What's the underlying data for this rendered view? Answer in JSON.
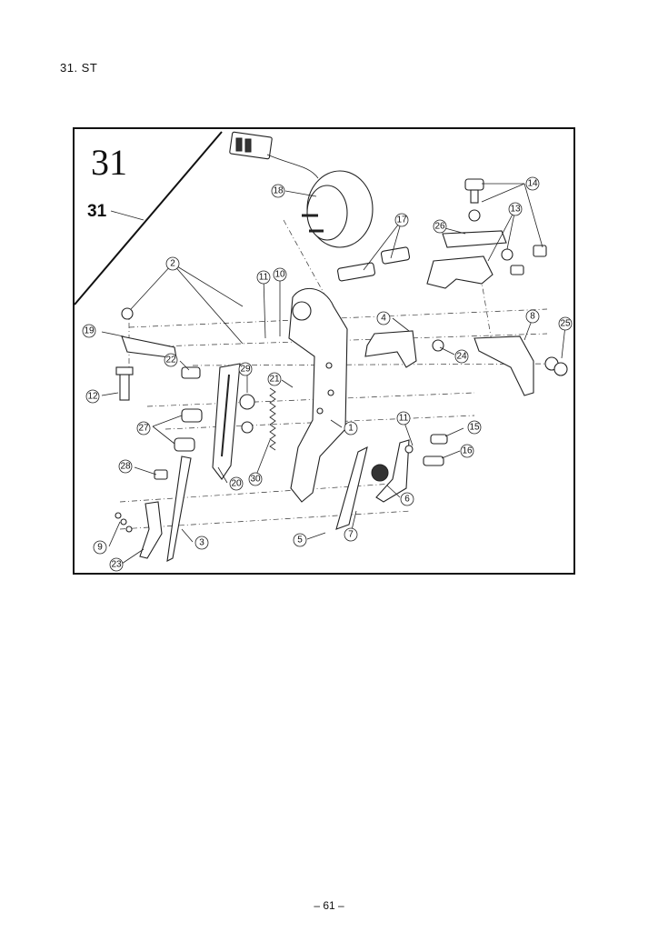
{
  "page": {
    "heading": "31. ST",
    "footer": "– 61 –"
  },
  "figure": {
    "big_number": "31",
    "corner_label": "31",
    "callouts": [
      "18",
      "17",
      "14",
      "13",
      "26",
      "2",
      "11",
      "10",
      "19",
      "4",
      "8",
      "25",
      "24",
      "22",
      "29",
      "21",
      "12",
      "27",
      "1",
      "11",
      "15",
      "16",
      "28",
      "20",
      "30",
      "6",
      "7",
      "5",
      "9",
      "3",
      "23"
    ]
  }
}
